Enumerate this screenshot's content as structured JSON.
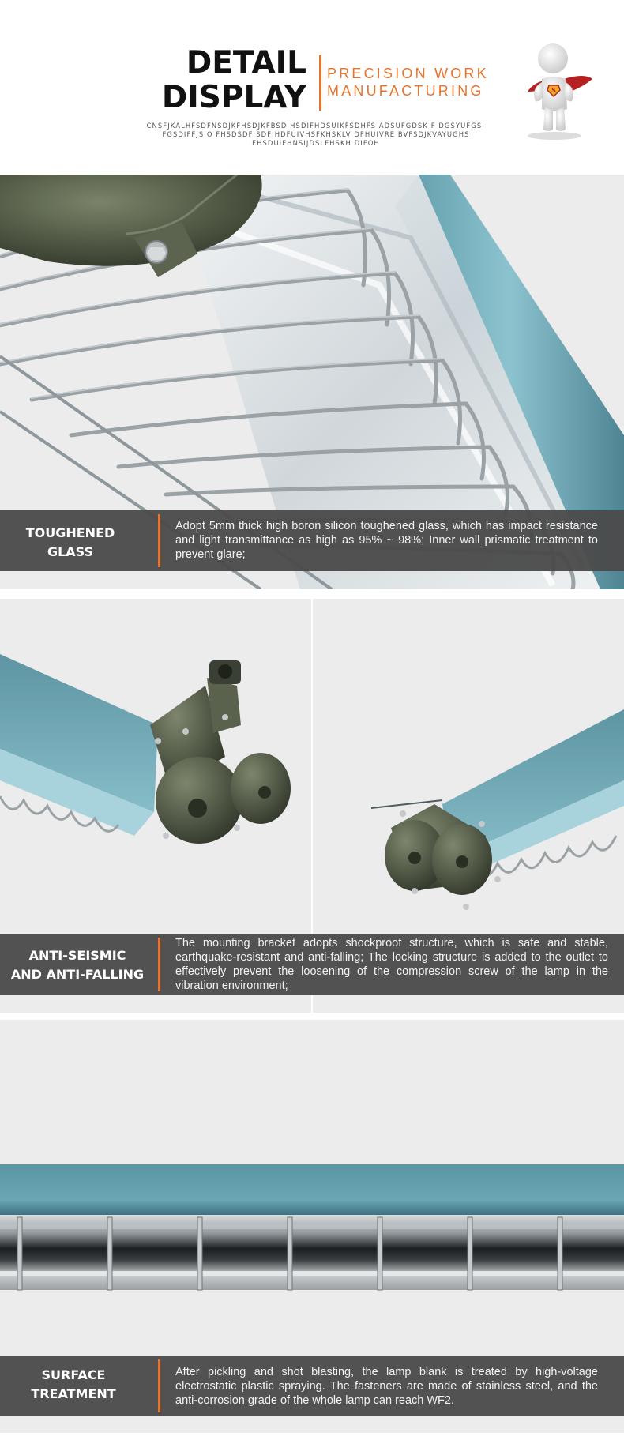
{
  "header": {
    "title_line1": "DETAIL",
    "title_line2": "DISPLAY",
    "subtitle_line1": "PRECISION WORK",
    "subtitle_line2": "MANUFACTURING",
    "fine_print": "CNSFJKALHFSDFNSDJKFHSDJKFBSD HSDIFHDSUIKFSDHFS ADSUFGDSK F DGSYUFGS-FGSDIFFJSIO FHSDSDF SDFIHDFUIVHSFKHSKLV DFHUIVRE BVFSDJKVAYUGHS FHSDUIFHNSIJDSLFHSKH DIFOH"
  },
  "colors": {
    "accent": "#e8732a",
    "caption_bg": "#4b4b4b",
    "glass_teal": "#6fa8b4",
    "housing_green": "#4a5240"
  },
  "sections": [
    {
      "title": "TOUGHENED GLASS",
      "text": "Adopt 5mm thick high boron silicon toughened glass, which has impact resistance and light transmittance as high as 95% ~ 98%; Inner wall prismatic treatment to prevent glare;"
    },
    {
      "title": "ANTI-SEISMIC AND ANTI-FALLING",
      "text": "The mounting bracket adopts shockproof structure, which is safe and stable, earthquake-resistant and anti-falling; The locking structure is added to the outlet to effectively prevent the loosening of the compression screw of the lamp in the vibration environment;"
    },
    {
      "title": "SURFACE TREATMENT",
      "text": "After pickling and shot blasting, the lamp blank is treated by high-voltage electrostatic plastic spraying. The fasteners are made of stainless steel, and the anti-corrosion grade of the whole lamp can reach WF2."
    }
  ],
  "icons": [
    "superhero-mascot-icon"
  ]
}
